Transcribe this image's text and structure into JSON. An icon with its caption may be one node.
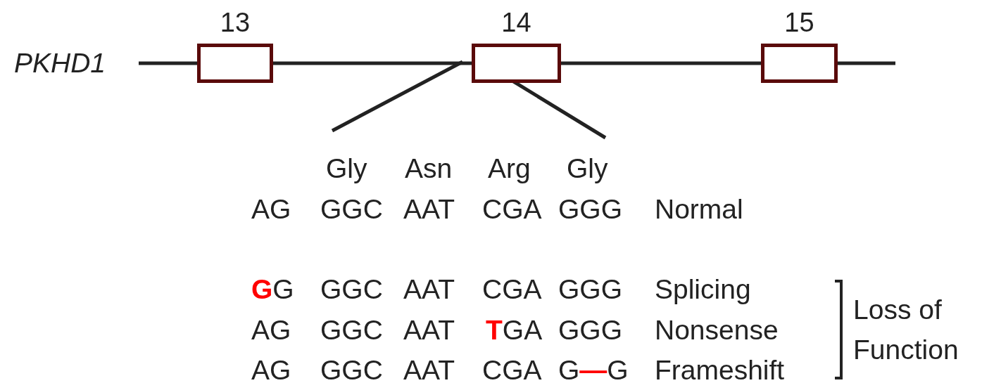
{
  "diagram": {
    "nodes": [
      {
        "text": [
          "13"
        ]
      },
      {
        "text": [
          "14"
        ]
      },
      {
        "text": [
          "15"
        ]
      }
    ],
    "edges": [
      {
        "from": null,
        "to": 0,
        "arrow": "none"
      },
      {
        "from": 0,
        "to": 1,
        "arrow": "none"
      },
      {
        "from": 1,
        "to": 2,
        "arrow": "none"
      },
      {
        "from": 2,
        "to": null,
        "arrow": "none"
      }
    ],
    "labels": [
      "PKHD1",
      "Gly",
      "Asn",
      "Arg",
      "Gly",
      "AG",
      "GGC",
      "AAT",
      "CGA",
      "GGG",
      "Normal",
      "**G**G",
      "GGC",
      "AAT",
      "CGA",
      "GGG",
      "Splicing",
      "AG",
      "GGC",
      "AAT",
      "**T**GA",
      "GGG",
      "Nonsense",
      "AG",
      "GGC",
      "AAT",
      "CGA",
      "G**—**G",
      "Frameshift",
      "Loss of Function"
    ]
  }
}
